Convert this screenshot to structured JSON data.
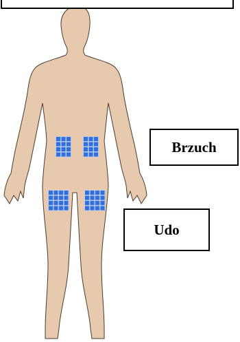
{
  "labels": {
    "abdomen": "Brzuch",
    "thigh": "Udo"
  },
  "colors": {
    "skin": "#e7c9ad",
    "outline": "#4a3a30",
    "patch": "#2f6fe0",
    "patch_bg": "#b8c7e6"
  },
  "regions": {
    "abdomen_grid": {
      "rows": 4,
      "cols": 3,
      "patches": 2
    },
    "thigh_grid": {
      "rows": 4,
      "cols": 4,
      "patches": 2
    }
  }
}
